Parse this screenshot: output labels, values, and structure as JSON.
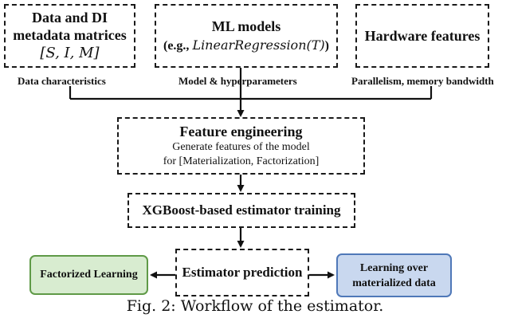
{
  "inputs": {
    "data_box": {
      "line1": "Data and DI",
      "line2": "metadata matrices",
      "matrix": "[S, I, M]"
    },
    "ml_box": {
      "line1": "ML models",
      "line2_prefix": "(e.g.,",
      "func": "LinearRegression",
      "arg": "(T)",
      "line2_suffix": ")"
    },
    "hw_box": {
      "line1": "Hardware features"
    }
  },
  "labels": {
    "data_characteristics": "Data characteristics",
    "model_hyperparameters": "Model & hyperparameters",
    "parallelism": "Parallelism, memory bandwidth"
  },
  "feature_engineering": {
    "title": "Feature engineering",
    "line1": "Generate features of the model",
    "line2": "for [Materialization, Factorization]"
  },
  "xgboost": {
    "title": "XGBoost-based estimator training"
  },
  "prediction": {
    "title": "Estimator prediction"
  },
  "outputs": {
    "factorized": "Factorized Learning",
    "materialized_line1": "Learning over",
    "materialized_line2": "materialized data"
  },
  "colors": {
    "factorized_fill": "#d8ecd0",
    "factorized_border": "#5f9a47",
    "materialized_fill": "#c9d8ef",
    "materialized_border": "#4f78b8"
  },
  "caption": "Fig. 2: Workflow of the estimator."
}
